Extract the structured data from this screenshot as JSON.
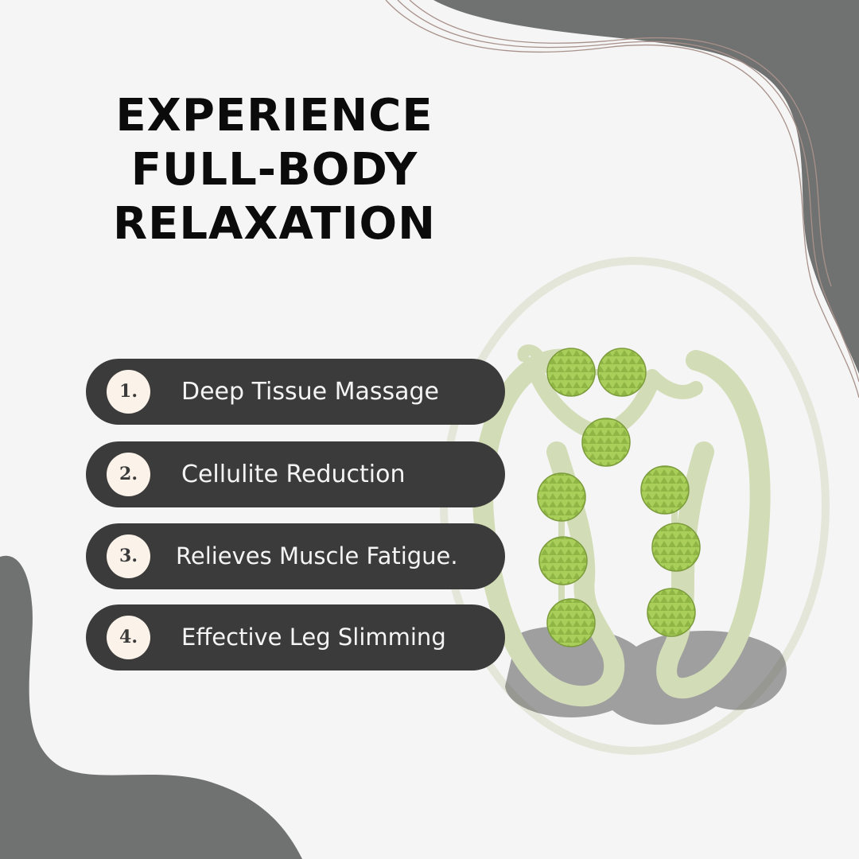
{
  "headline": {
    "line1": "EXPERIENCE",
    "line2": "FULL-BODY",
    "line3": "RELAXATION"
  },
  "benefits": [
    {
      "number": "1.",
      "text": "Deep Tissue Massage"
    },
    {
      "number": "2.",
      "text": "Cellulite Reduction"
    },
    {
      "number": "3.",
      "text": "Relieves Muscle Fatigue."
    },
    {
      "number": "4.",
      "text": "Effective Leg Slimming"
    }
  ],
  "colors": {
    "background": "#f5f5f5",
    "blob": "#6f7170",
    "pill": "#3b3b3b",
    "number_badge": "#fbf3ea",
    "product_green": "#d2ddb7",
    "roller_green": "#a9cf5a"
  },
  "product_image": "leg-roller-massager"
}
